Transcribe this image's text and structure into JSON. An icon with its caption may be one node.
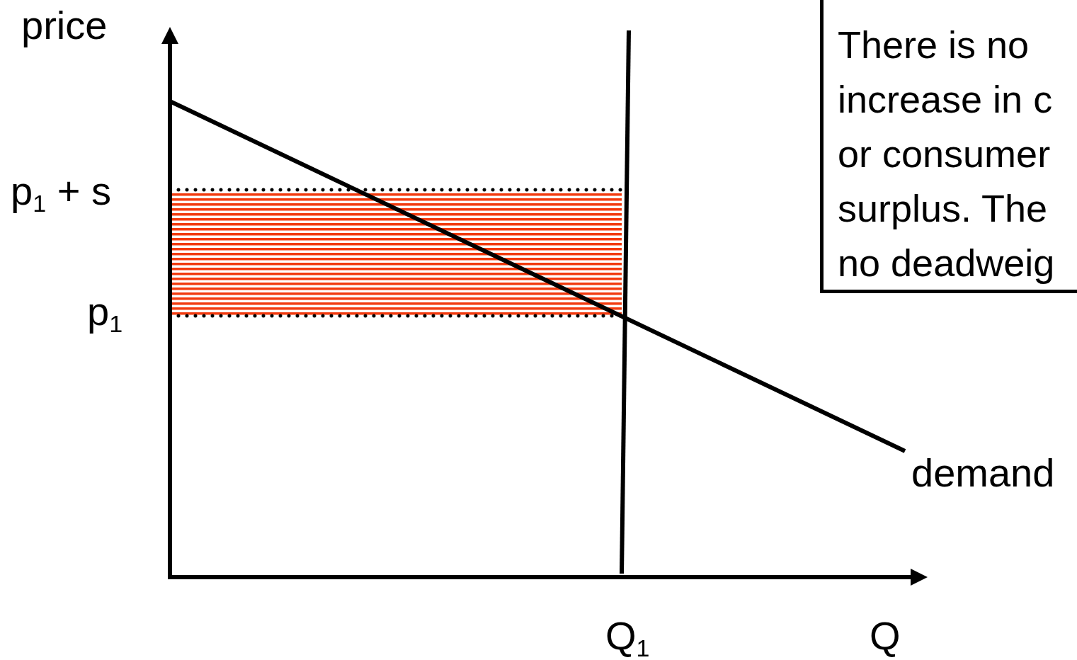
{
  "diagram": {
    "nodes": [
      {
        "text": [
          "There is no increase in c or consumer surplus. The no deadweig"
        ]
      }
    ],
    "edges": [],
    "labels": [
      "price",
      "p$_{1}$ + s",
      "p$_{1}$",
      "demand",
      "Q$_{1}$",
      "Q"
    ]
  }
}
